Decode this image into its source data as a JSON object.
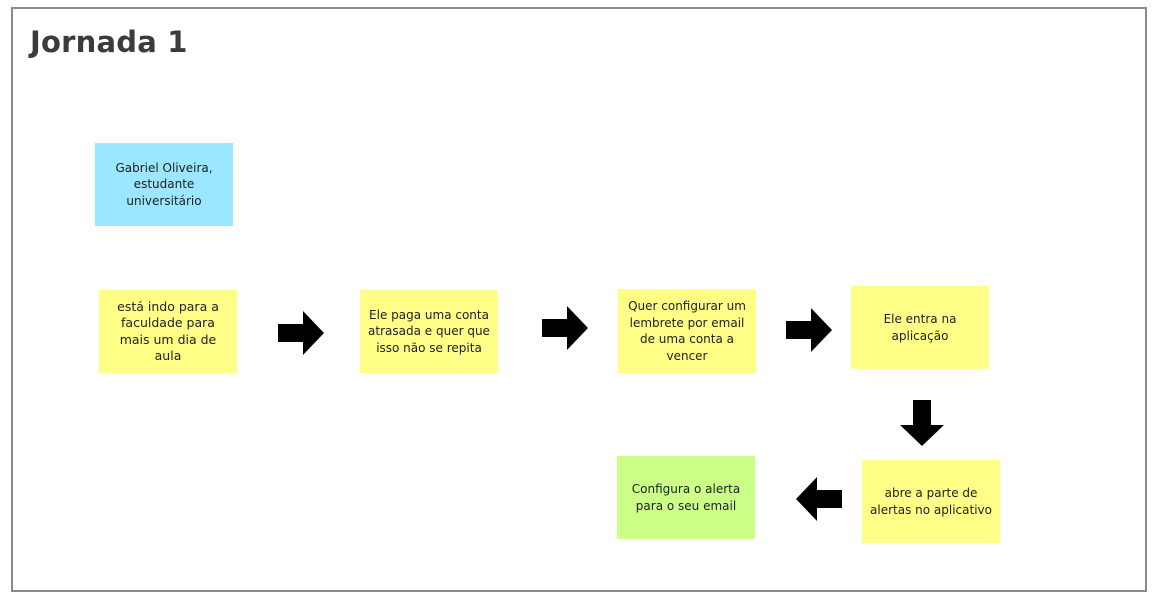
{
  "board": {
    "title": "Jornada 1"
  },
  "colors": {
    "persona_note": "#9be7ff",
    "step_note": "#ffff88",
    "final_note": "#ccff88",
    "arrow": "#000000",
    "border": "#8a8a8a"
  },
  "notes": {
    "persona": "Gabriel Oliveira, estudante universitário",
    "step1": "está indo para a faculdade para mais um dia de aula",
    "step2": "Ele paga uma conta atrasada e quer que isso não se repita",
    "step3": "Quer configurar um lembrete por email de uma conta a vencer",
    "step4": "Ele entra na aplicação",
    "step5": "abre a parte de alertas no aplicativo",
    "step6": "Configura o alerta para o seu email"
  },
  "arrows": [
    {
      "name": "arrow-step1-step2",
      "direction": "right"
    },
    {
      "name": "arrow-step2-step3",
      "direction": "right"
    },
    {
      "name": "arrow-step3-step4",
      "direction": "right"
    },
    {
      "name": "arrow-step4-step5",
      "direction": "down"
    },
    {
      "name": "arrow-step5-step6",
      "direction": "left"
    }
  ]
}
